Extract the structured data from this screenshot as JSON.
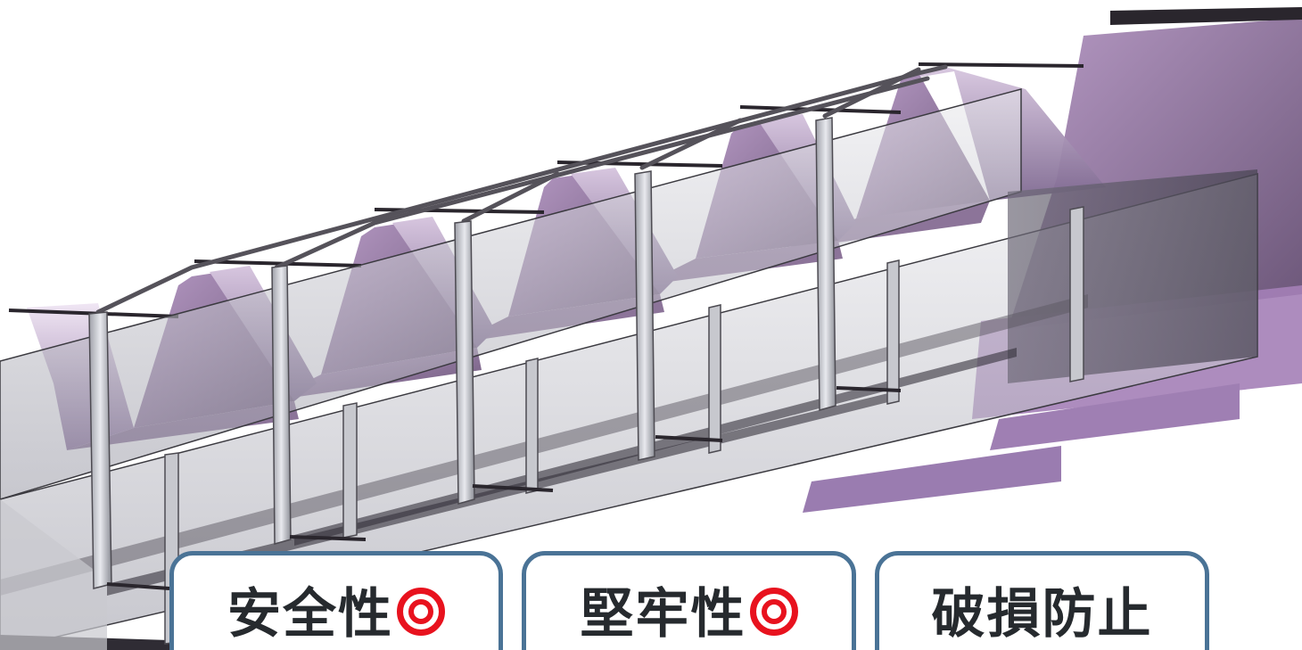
{
  "cards": [
    {
      "text": "安全性",
      "mark": "double-circle-red-icon"
    },
    {
      "text": "堅牢性",
      "mark": "double-circle-red-icon"
    },
    {
      "text": "破損防止"
    }
  ],
  "colors": {
    "card_border": "#4a7396",
    "card_text": "#262a2e",
    "mark": "#e8121e",
    "purple_panel": "#a68ab5",
    "rail_dark": "#2a262d"
  }
}
